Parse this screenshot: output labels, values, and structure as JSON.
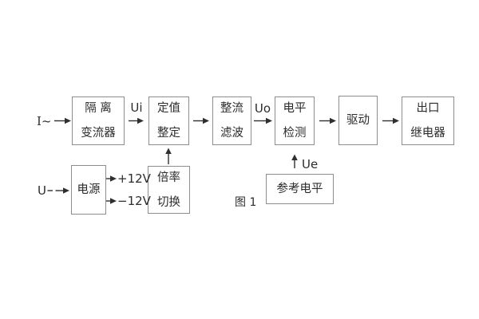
{
  "figure": {
    "caption": "图 1"
  },
  "nodes": {
    "isolation_transformer": {
      "line1": "隔 离",
      "line2": "变流器"
    },
    "value_setting": {
      "line1": "定值",
      "line2": "整定"
    },
    "rectify_filter": {
      "line1": "整流",
      "line2": "滤波"
    },
    "level_detect": {
      "line1": "电平",
      "line2": "检测"
    },
    "drive": {
      "line1": "驱动"
    },
    "output_relay": {
      "line1": "出口",
      "line2": "继电器"
    },
    "power_supply": {
      "line1": "电源"
    },
    "ratio_switch": {
      "line1": "倍率",
      "line2": "切换"
    },
    "reference_level": {
      "line1": "参考电平"
    }
  },
  "labels": {
    "input_current": "I~",
    "input_voltage": "U",
    "ui": "Ui",
    "uo": "Uo",
    "ue": "Ue",
    "plus_12v": "+12V",
    "minus_12v": "−12V"
  },
  "colors": {
    "background": "#ffffff",
    "box_border": "#8d8d8d",
    "text": "#2c2c2c",
    "arrow": "#2f2f2f"
  }
}
